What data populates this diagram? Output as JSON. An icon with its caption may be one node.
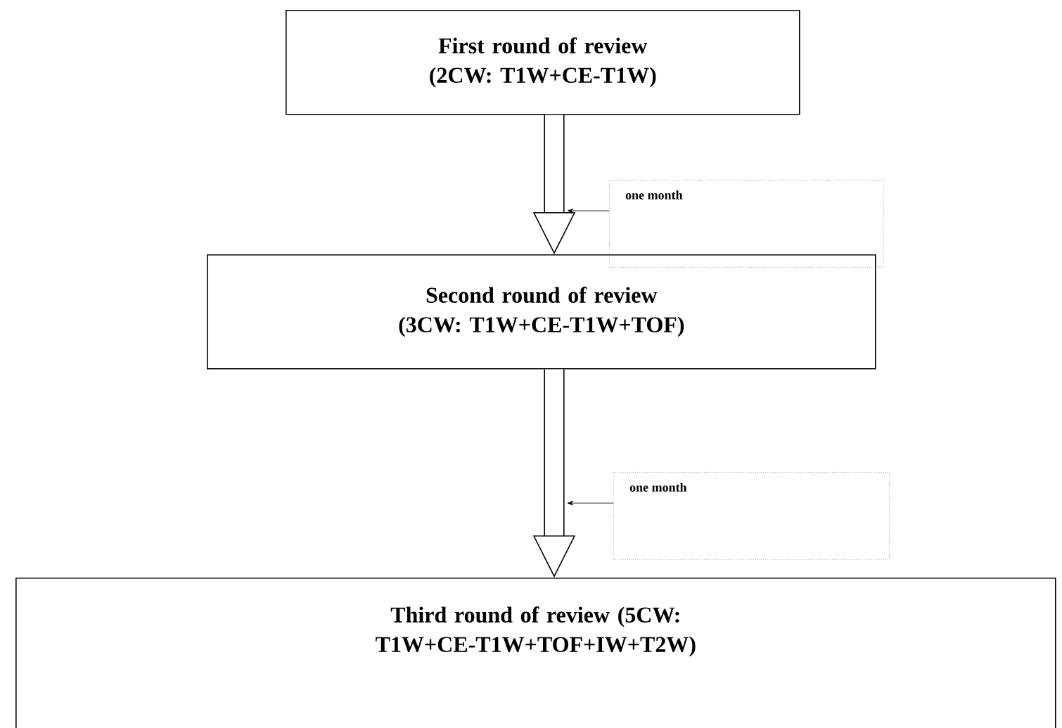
{
  "diagram": {
    "nodes": [
      {
        "text": [
          "First round of review (2CW: T1W+CE-T1W)"
        ]
      },
      {
        "text": [
          "Second round of review (3CW: T1W+CE-T1W+TOF)"
        ]
      },
      {
        "text": [
          "Third round of review (5CW: T1W+CE-T1W+TOF+IW+T2W)"
        ]
      },
      {
        "text": [
          "one month"
        ]
      },
      {
        "text": [
          "one month"
        ]
      }
    ],
    "edges": [
      {
        "from": 0,
        "to": 1,
        "arrow": "to",
        "style": "thick"
      },
      {
        "from": 1,
        "to": 2,
        "arrow": "to",
        "style": "thick"
      },
      {
        "from": 3,
        "to": null,
        "arrow": "to"
      },
      {
        "from": 4,
        "to": null,
        "arrow": "to"
      }
    ]
  }
}
